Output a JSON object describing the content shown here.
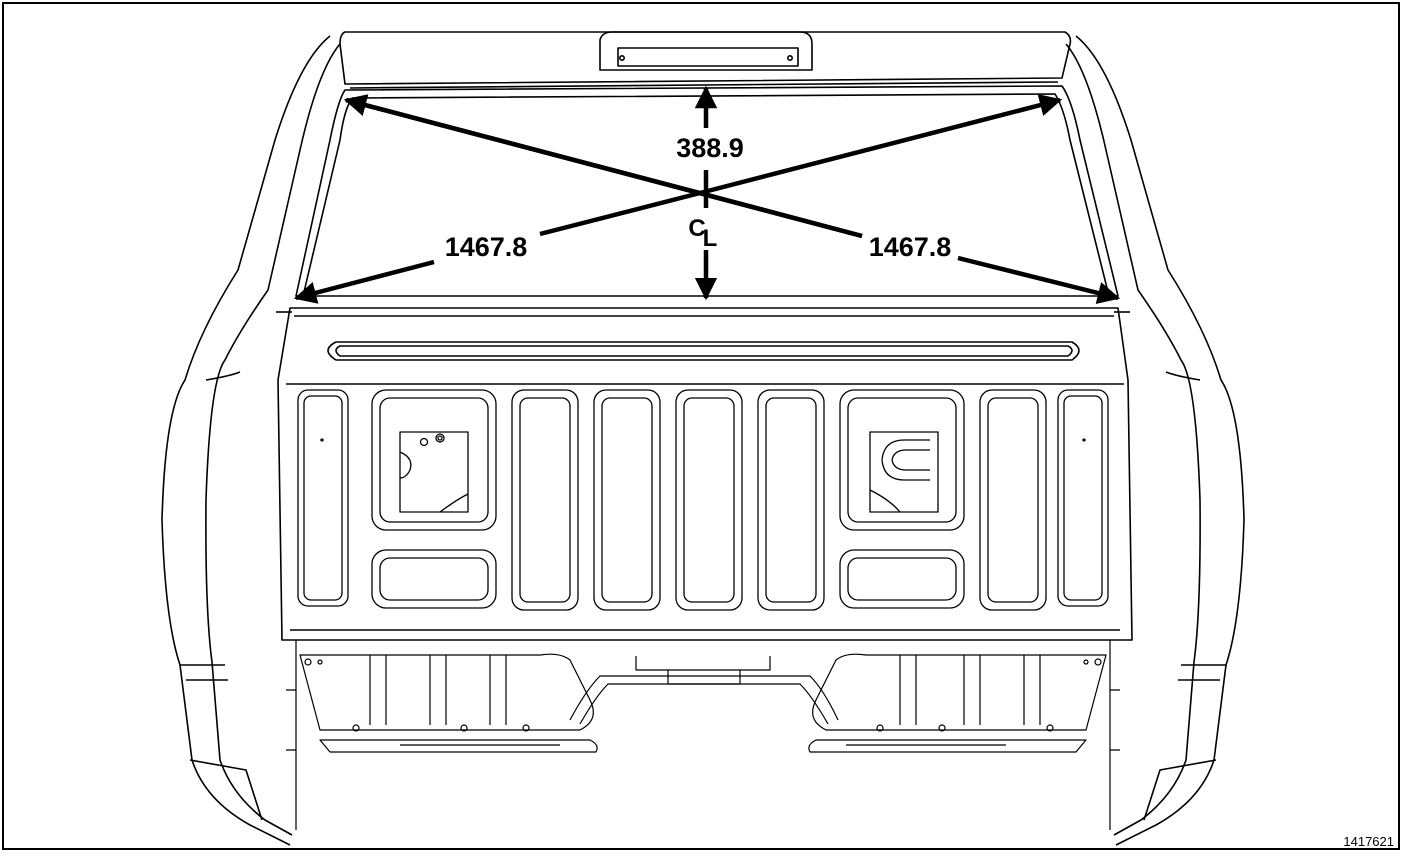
{
  "dimensions": {
    "height": "388.9",
    "diagonal_left": "1467.8",
    "diagonal_right": "1467.8"
  },
  "centerline_symbol": "CL",
  "figure_number": "1417621"
}
